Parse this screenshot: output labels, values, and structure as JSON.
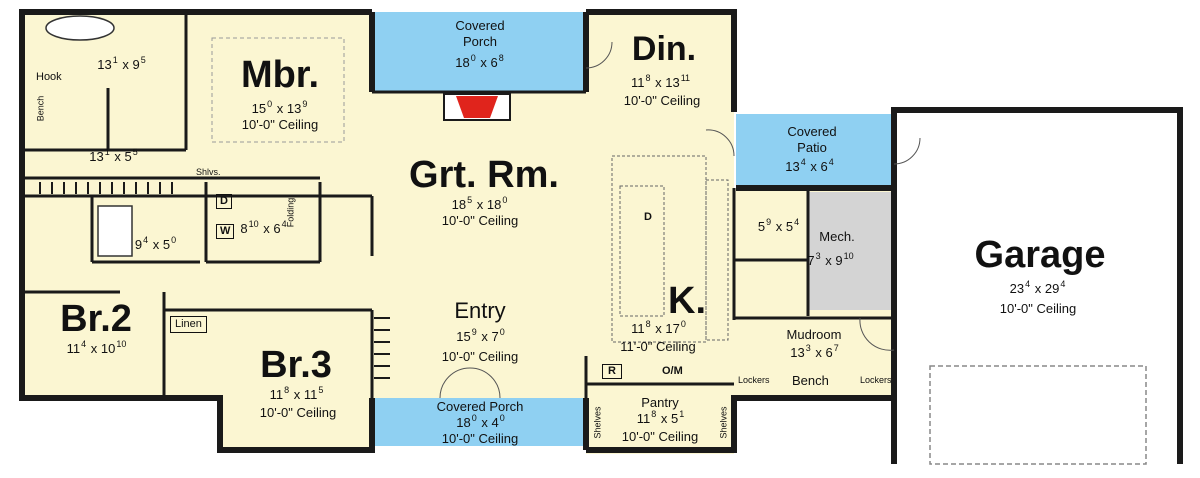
{
  "colors": {
    "floor": "#fbf6d2",
    "porch": "#8fd0f2",
    "mech": "#d4d4d4",
    "garage": "#ffffff",
    "wall": "#1a1a1a",
    "fireplace": "#e0241c"
  },
  "rooms": {
    "master_bath": {
      "dim_a": "13",
      "sup_a": "1",
      "dim_b": "9",
      "sup_b": "5"
    },
    "mbr": {
      "name": "Mbr.",
      "dim_a": "15",
      "sup_a": "0",
      "dim_b": "13",
      "sup_b": "9",
      "ceiling": "10'-0\" Ceiling"
    },
    "closet": {
      "dim_a": "13",
      "sup_a": "1",
      "dim_b": "5",
      "sup_b": "5"
    },
    "bath2": {
      "dim_a": "9",
      "sup_a": "4",
      "dim_b": "5",
      "sup_b": "0"
    },
    "laundry": {
      "dim_a": "8",
      "sup_a": "10",
      "dim_b": "6",
      "sup_b": "4"
    },
    "porch_back": {
      "name": "Covered\nPorch",
      "dim_a": "18",
      "sup_a": "0",
      "dim_b": "6",
      "sup_b": "8"
    },
    "din": {
      "name": "Din.",
      "dim_a": "11",
      "sup_a": "8",
      "dim_b": "13",
      "sup_b": "11",
      "ceiling": "10'-0\" Ceiling"
    },
    "grt": {
      "name": "Grt. Rm.",
      "dim_a": "18",
      "sup_a": "5",
      "dim_b": "18",
      "sup_b": "0",
      "ceiling": "10'-0\" Ceiling"
    },
    "patio": {
      "name": "Covered\nPatio",
      "dim_a": "13",
      "sup_a": "4",
      "dim_b": "6",
      "sup_b": "4"
    },
    "half_bath": {
      "dim_a": "5",
      "sup_a": "9",
      "dim_b": "5",
      "sup_b": "4"
    },
    "mech": {
      "name": "Mech.",
      "dim_a": "7",
      "sup_a": "3",
      "dim_b": "9",
      "sup_b": "10"
    },
    "garage": {
      "name": "Garage",
      "dim_a": "23",
      "sup_a": "4",
      "dim_b": "29",
      "sup_b": "4",
      "ceiling": "10'-0\" Ceiling"
    },
    "br2": {
      "name": "Br.2",
      "dim_a": "11",
      "sup_a": "4",
      "dim_b": "10",
      "sup_b": "10"
    },
    "br3": {
      "name": "Br.3",
      "dim_a": "11",
      "sup_a": "8",
      "dim_b": "11",
      "sup_b": "5",
      "ceiling": "10'-0\" Ceiling"
    },
    "entry": {
      "name": "Entry",
      "dim_a": "15",
      "sup_a": "9",
      "dim_b": "7",
      "sup_b": "0",
      "ceiling": "10'-0\" Ceiling"
    },
    "porch_front": {
      "name": "Covered Porch",
      "dim_a": "18",
      "sup_a": "0",
      "dim_b": "4",
      "sup_b": "0",
      "ceiling": "10'-0\" Ceiling"
    },
    "kitchen": {
      "name": "K.",
      "dim_a": "11",
      "sup_a": "8",
      "dim_b": "17",
      "sup_b": "0",
      "ceiling": "11'-0\" Ceiling"
    },
    "pantry": {
      "name": "Pantry",
      "dim_a": "11",
      "sup_a": "8",
      "dim_b": "5",
      "sup_b": "1",
      "ceiling": "10'-0\" Ceiling"
    },
    "mudroom": {
      "name": "Mudroom",
      "dim_a": "13",
      "sup_a": "3",
      "dim_b": "6",
      "sup_b": "7"
    }
  },
  "labels": {
    "hook": "Hook",
    "bench_v": "Bench",
    "shlvs": "Shlvs.",
    "folding": "Folding",
    "dryer": "D",
    "washer": "W",
    "linen": "Linen",
    "dishwasher": "D",
    "refrigerator": "R",
    "oven": "O/M",
    "shelves": "Shelves",
    "lockers": "Lockers",
    "bench": "Bench"
  }
}
